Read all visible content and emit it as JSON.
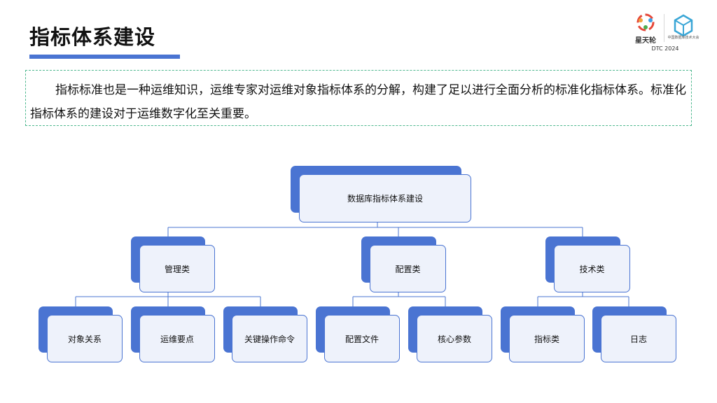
{
  "header": {
    "title": "指标体系建设",
    "brand_left": "星天轮",
    "brand_right": "中国数据库技术大会",
    "event": "DTC 2024"
  },
  "intro": {
    "text": "指标标准也是一种运维知识，运维专家对运维对象指标体系的分解，构建了足以进行全面分析的标准化指标体系。标准化指标体系的建设对于运维数字化至关重要。"
  },
  "tree": {
    "root": "数据库指标体系建设",
    "categories": [
      {
        "label": "管理类",
        "children": [
          "对象关系",
          "运维要点",
          "关键操作命令"
        ]
      },
      {
        "label": "配置类",
        "children": [
          "配置文件",
          "核心参数"
        ]
      },
      {
        "label": "技术类",
        "children": [
          "指标类",
          "日志"
        ]
      }
    ]
  },
  "colors": {
    "accent": "#4a74d2",
    "node_fill": "#eef2fb",
    "border_dash": "#4fb88f"
  }
}
